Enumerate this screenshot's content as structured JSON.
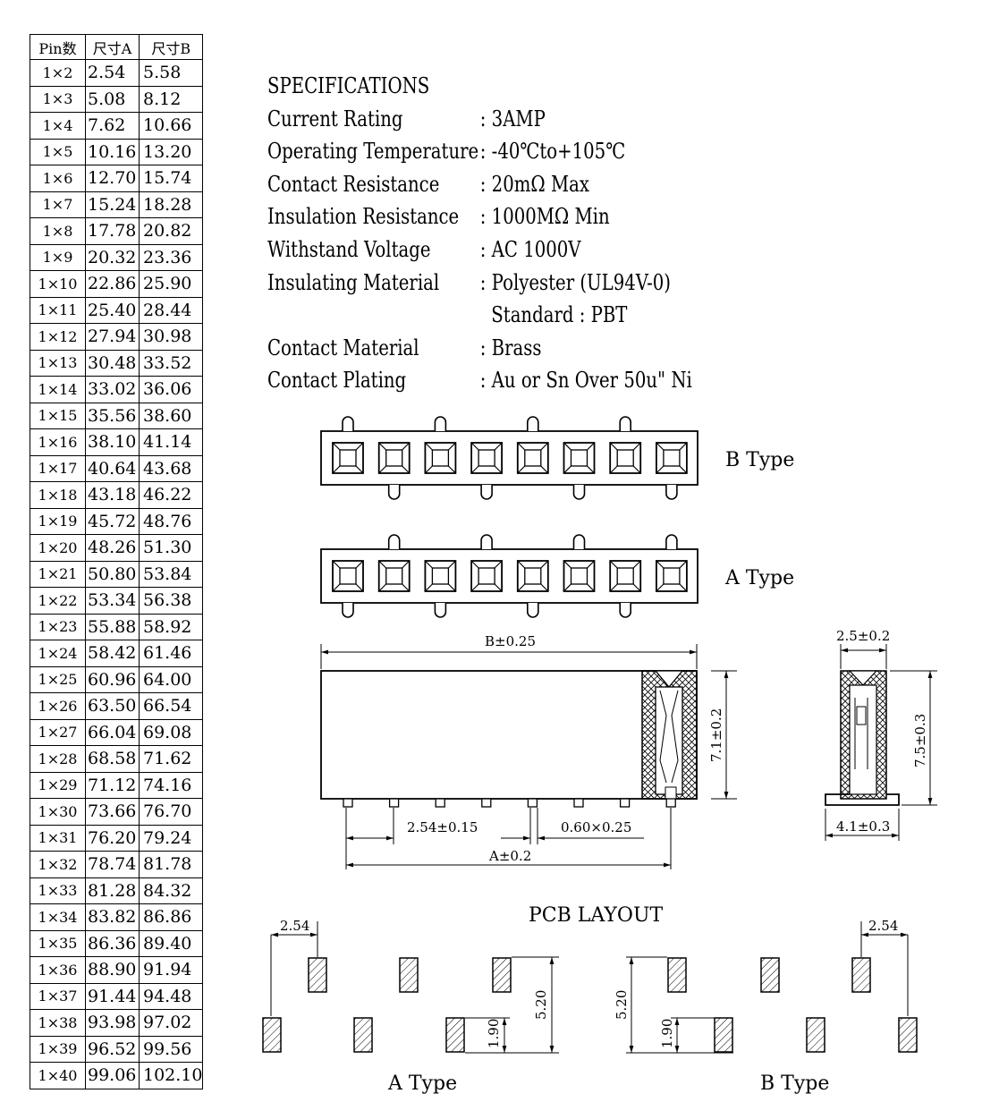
{
  "table": {
    "headers": [
      "Pin数",
      "尺寸A",
      "尺寸B"
    ],
    "rows": [
      [
        "1×2",
        "2.54",
        "5.58"
      ],
      [
        "1×3",
        "5.08",
        "8.12"
      ],
      [
        "1×4",
        "7.62",
        "10.66"
      ],
      [
        "1×5",
        "10.16",
        "13.20"
      ],
      [
        "1×6",
        "12.70",
        "15.74"
      ],
      [
        "1×7",
        "15.24",
        "18.28"
      ],
      [
        "1×8",
        "17.78",
        "20.82"
      ],
      [
        "1×9",
        "20.32",
        "23.36"
      ],
      [
        "1×10",
        "22.86",
        "25.90"
      ],
      [
        "1×11",
        "25.40",
        "28.44"
      ],
      [
        "1×12",
        "27.94",
        "30.98"
      ],
      [
        "1×13",
        "30.48",
        "33.52"
      ],
      [
        "1×14",
        "33.02",
        "36.06"
      ],
      [
        "1×15",
        "35.56",
        "38.60"
      ],
      [
        "1×16",
        "38.10",
        "41.14"
      ],
      [
        "1×17",
        "40.64",
        "43.68"
      ],
      [
        "1×18",
        "43.18",
        "46.22"
      ],
      [
        "1×19",
        "45.72",
        "48.76"
      ],
      [
        "1×20",
        "48.26",
        "51.30"
      ],
      [
        "1×21",
        "50.80",
        "53.84"
      ],
      [
        "1×22",
        "53.34",
        "56.38"
      ],
      [
        "1×23",
        "55.88",
        "58.92"
      ],
      [
        "1×24",
        "58.42",
        "61.46"
      ],
      [
        "1×25",
        "60.96",
        "64.00"
      ],
      [
        "1×26",
        "63.50",
        "66.54"
      ],
      [
        "1×27",
        "66.04",
        "69.08"
      ],
      [
        "1×28",
        "68.58",
        "71.62"
      ],
      [
        "1×29",
        "71.12",
        "74.16"
      ],
      [
        "1×30",
        "73.66",
        "76.70"
      ],
      [
        "1×31",
        "76.20",
        "79.24"
      ],
      [
        "1×32",
        "78.74",
        "81.78"
      ],
      [
        "1×33",
        "81.28",
        "84.32"
      ],
      [
        "1×34",
        "83.82",
        "86.86"
      ],
      [
        "1×35",
        "86.36",
        "89.40"
      ],
      [
        "1×36",
        "88.90",
        "91.94"
      ],
      [
        "1×37",
        "91.44",
        "94.48"
      ],
      [
        "1×38",
        "93.98",
        "97.02"
      ],
      [
        "1×39",
        "96.52",
        "99.56"
      ],
      [
        "1×40",
        "99.06",
        "102.10"
      ]
    ]
  },
  "specs": {
    "title": "SPECIFICATIONS",
    "items": [
      {
        "label": "Current Rating",
        "value": ": 3AMP"
      },
      {
        "label": "Operating Temperature",
        "value": ": -40℃to+105℃"
      },
      {
        "label": "Contact Resistance",
        "value": ": 20mΩ Max"
      },
      {
        "label": "Insulation Resistance",
        "value": ": 1000MΩ Min"
      },
      {
        "label": "Withstand Voltage",
        "value": ": AC 1000V"
      },
      {
        "label": "Insulating Material",
        "value": ": Polyester (UL94V-0)"
      },
      {
        "label": "",
        "value": "  Standard : PBT"
      },
      {
        "label": "Contact Material",
        "value": ": Brass"
      },
      {
        "label": "Contact Plating",
        "value": ": Au or Sn Over 50u\" Ni"
      }
    ]
  },
  "labels": {
    "b_type": "B Type",
    "a_type": "A Type",
    "dim_b": "B±0.25",
    "dim_height": "7.1±0.2",
    "dim_pitch": "2.54±0.15",
    "dim_pin": "0.60×0.25",
    "dim_a": "A±0.2",
    "side_width": "2.5±0.2",
    "side_height": "7.5±0.3",
    "side_foot": "4.1±0.3",
    "pcb_title": "PCB LAYOUT",
    "pcb_pitch_a": "2.54",
    "pcb_pitch_b": "2.54",
    "pcb_span": "5.20",
    "pcb_offset": "1.90",
    "pcb_span_b": "5.20",
    "pcb_offset_b": "1.90",
    "pcb_a_type": "A Type",
    "pcb_b_type": "B Type"
  }
}
